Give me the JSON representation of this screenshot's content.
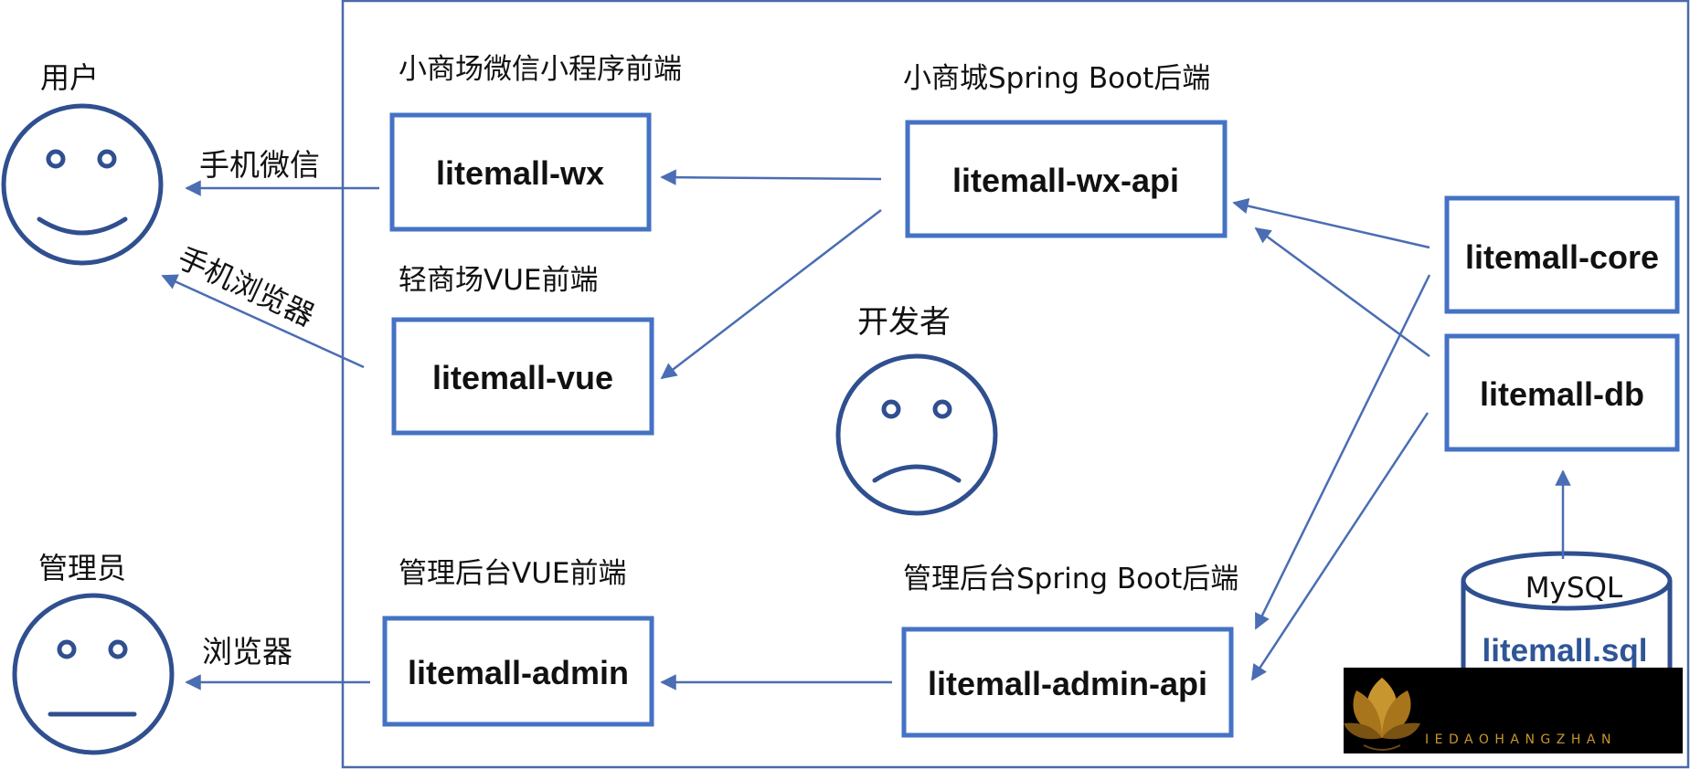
{
  "actors": {
    "user": "用户",
    "admin": "管理员",
    "developer": "开发者"
  },
  "edge_labels": {
    "wechat": "手机微信",
    "mobile_browser": "手机浏览器",
    "browser": "浏览器"
  },
  "sections": {
    "wx_frontend": "小商场微信小程序前端",
    "vue_frontend": "轻商场VUE前端",
    "wx_backend": "小商城Spring Boot后端",
    "admin_frontend": "管理后台VUE前端",
    "admin_backend": "管理后台Spring Boot后端"
  },
  "modules": {
    "wx": "litemall-wx",
    "vue": "litemall-vue",
    "wx_api": "litemall-wx-api",
    "core": "litemall-core",
    "db": "litemall-db",
    "admin": "litemall-admin",
    "admin_api": "litemall-admin-api"
  },
  "database": {
    "engine": "MySQL",
    "file": "litemall.sql"
  },
  "watermark": {
    "text": "IEDAOHANGZHAN"
  },
  "colors": {
    "box_border": "#4472c4",
    "arrow": "#4a6db3",
    "face": "#2f4f8f",
    "watermark_bg": "#000000",
    "watermark_gold": "#c8962e"
  }
}
